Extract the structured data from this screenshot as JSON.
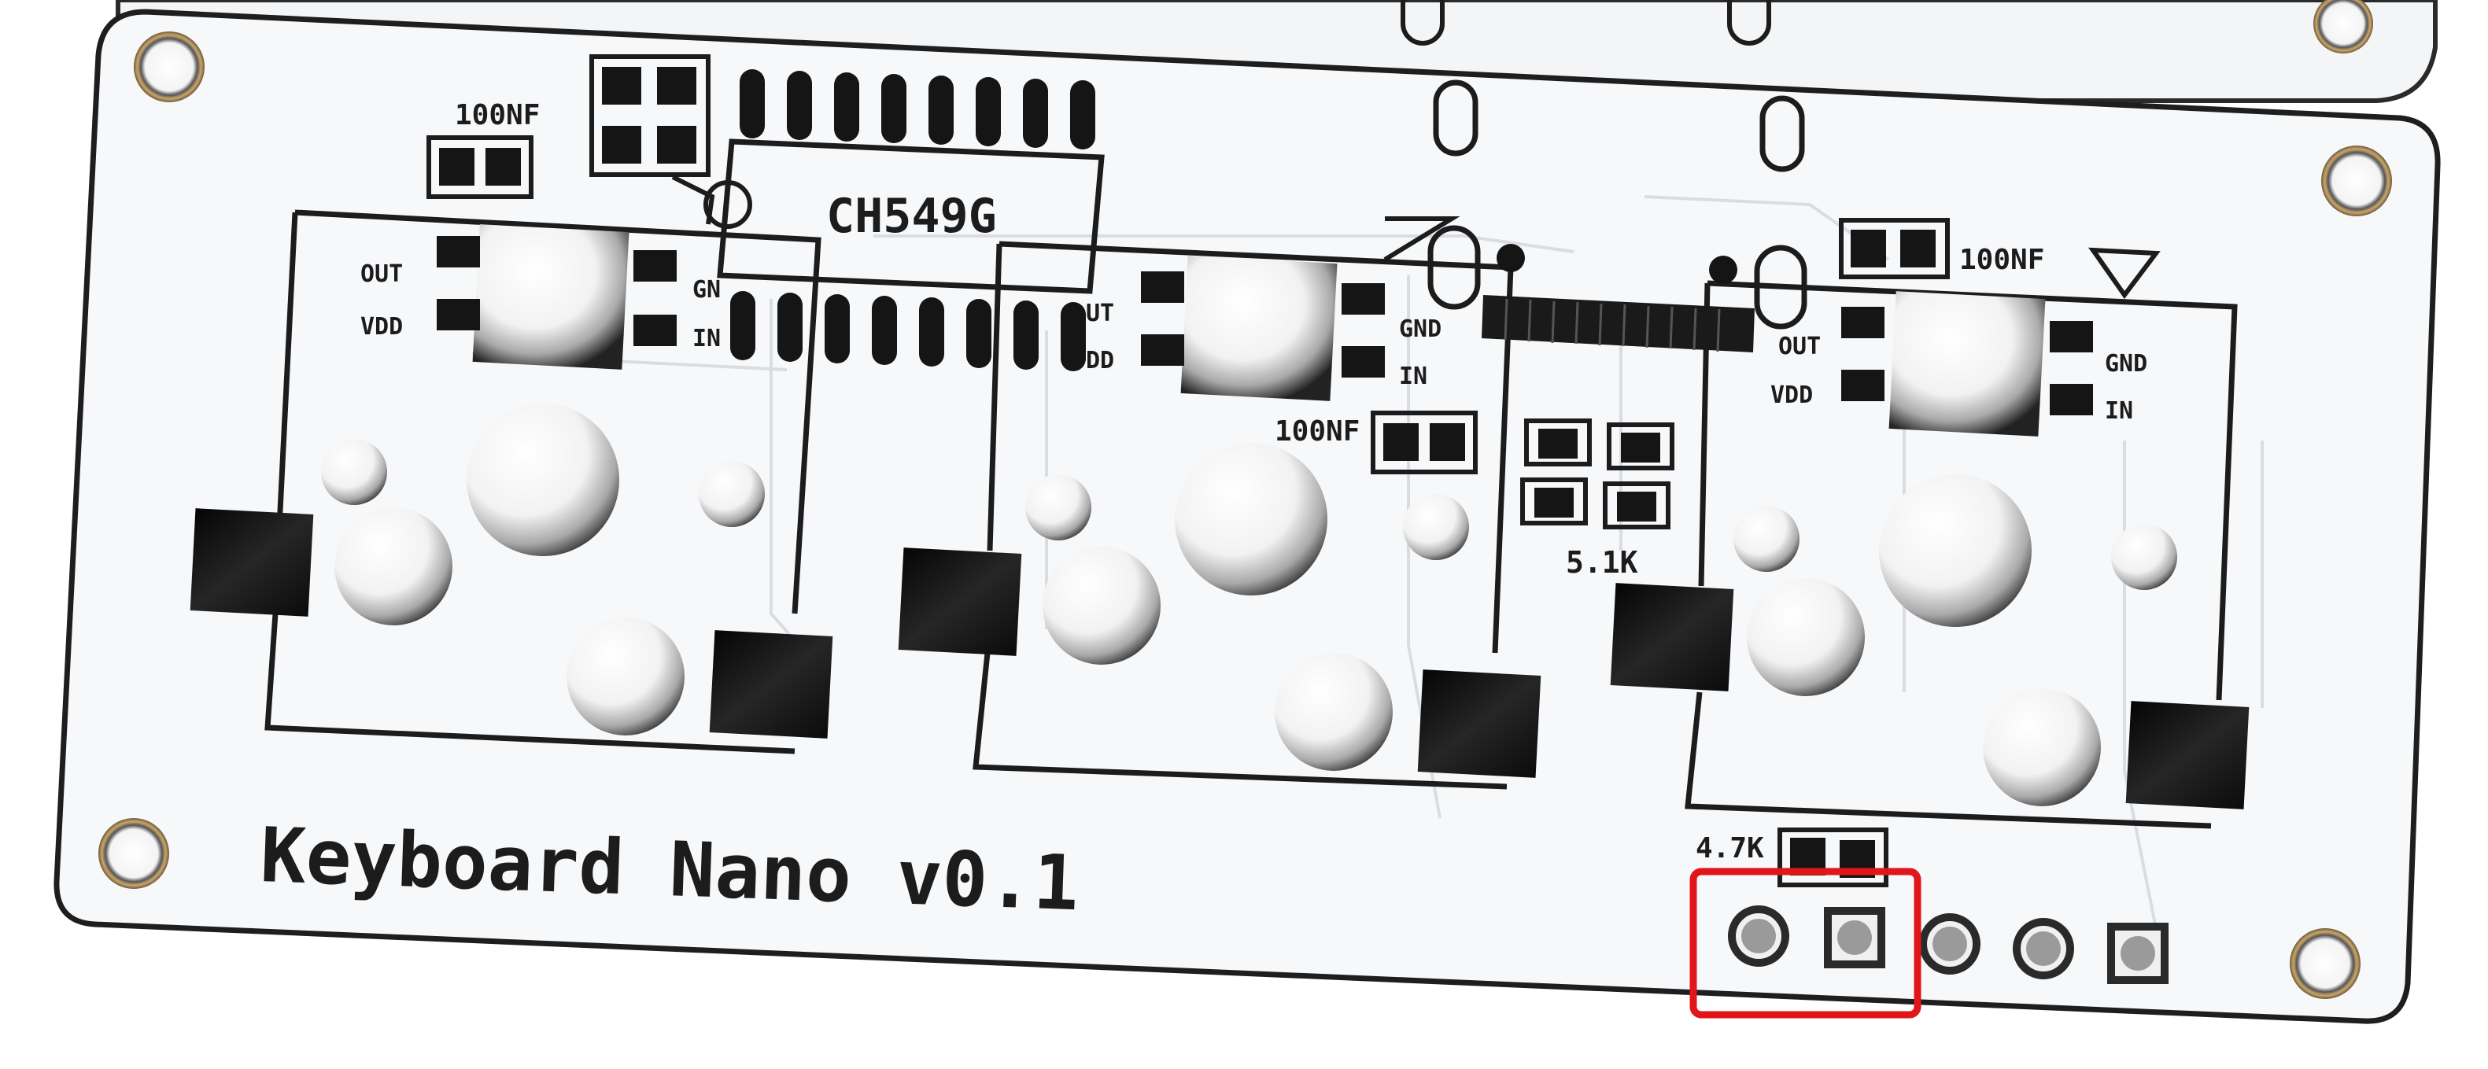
{
  "photo": {
    "board": {
      "title": "Keyboard Nano v0.1",
      "chip_label": "CH549G",
      "cap_labels": [
        "100NF",
        "100NF",
        "100NF"
      ],
      "resistor_labels": [
        "5.1K",
        "4.7K"
      ],
      "led_pin_labels": {
        "left": [
          "OUT",
          "VDD",
          "GN",
          "IN"
        ],
        "middle": [
          "UT",
          "DD",
          "GND",
          "IN"
        ],
        "right": [
          "OUT",
          "VDD",
          "GND",
          "IN"
        ]
      }
    },
    "highlight": {
      "color": "#e0161b"
    },
    "colors": {
      "board": "#f7f8fa",
      "silkscreen": "#1c1c1c",
      "pad": "#151515",
      "ring": "#8c8c8c"
    }
  }
}
